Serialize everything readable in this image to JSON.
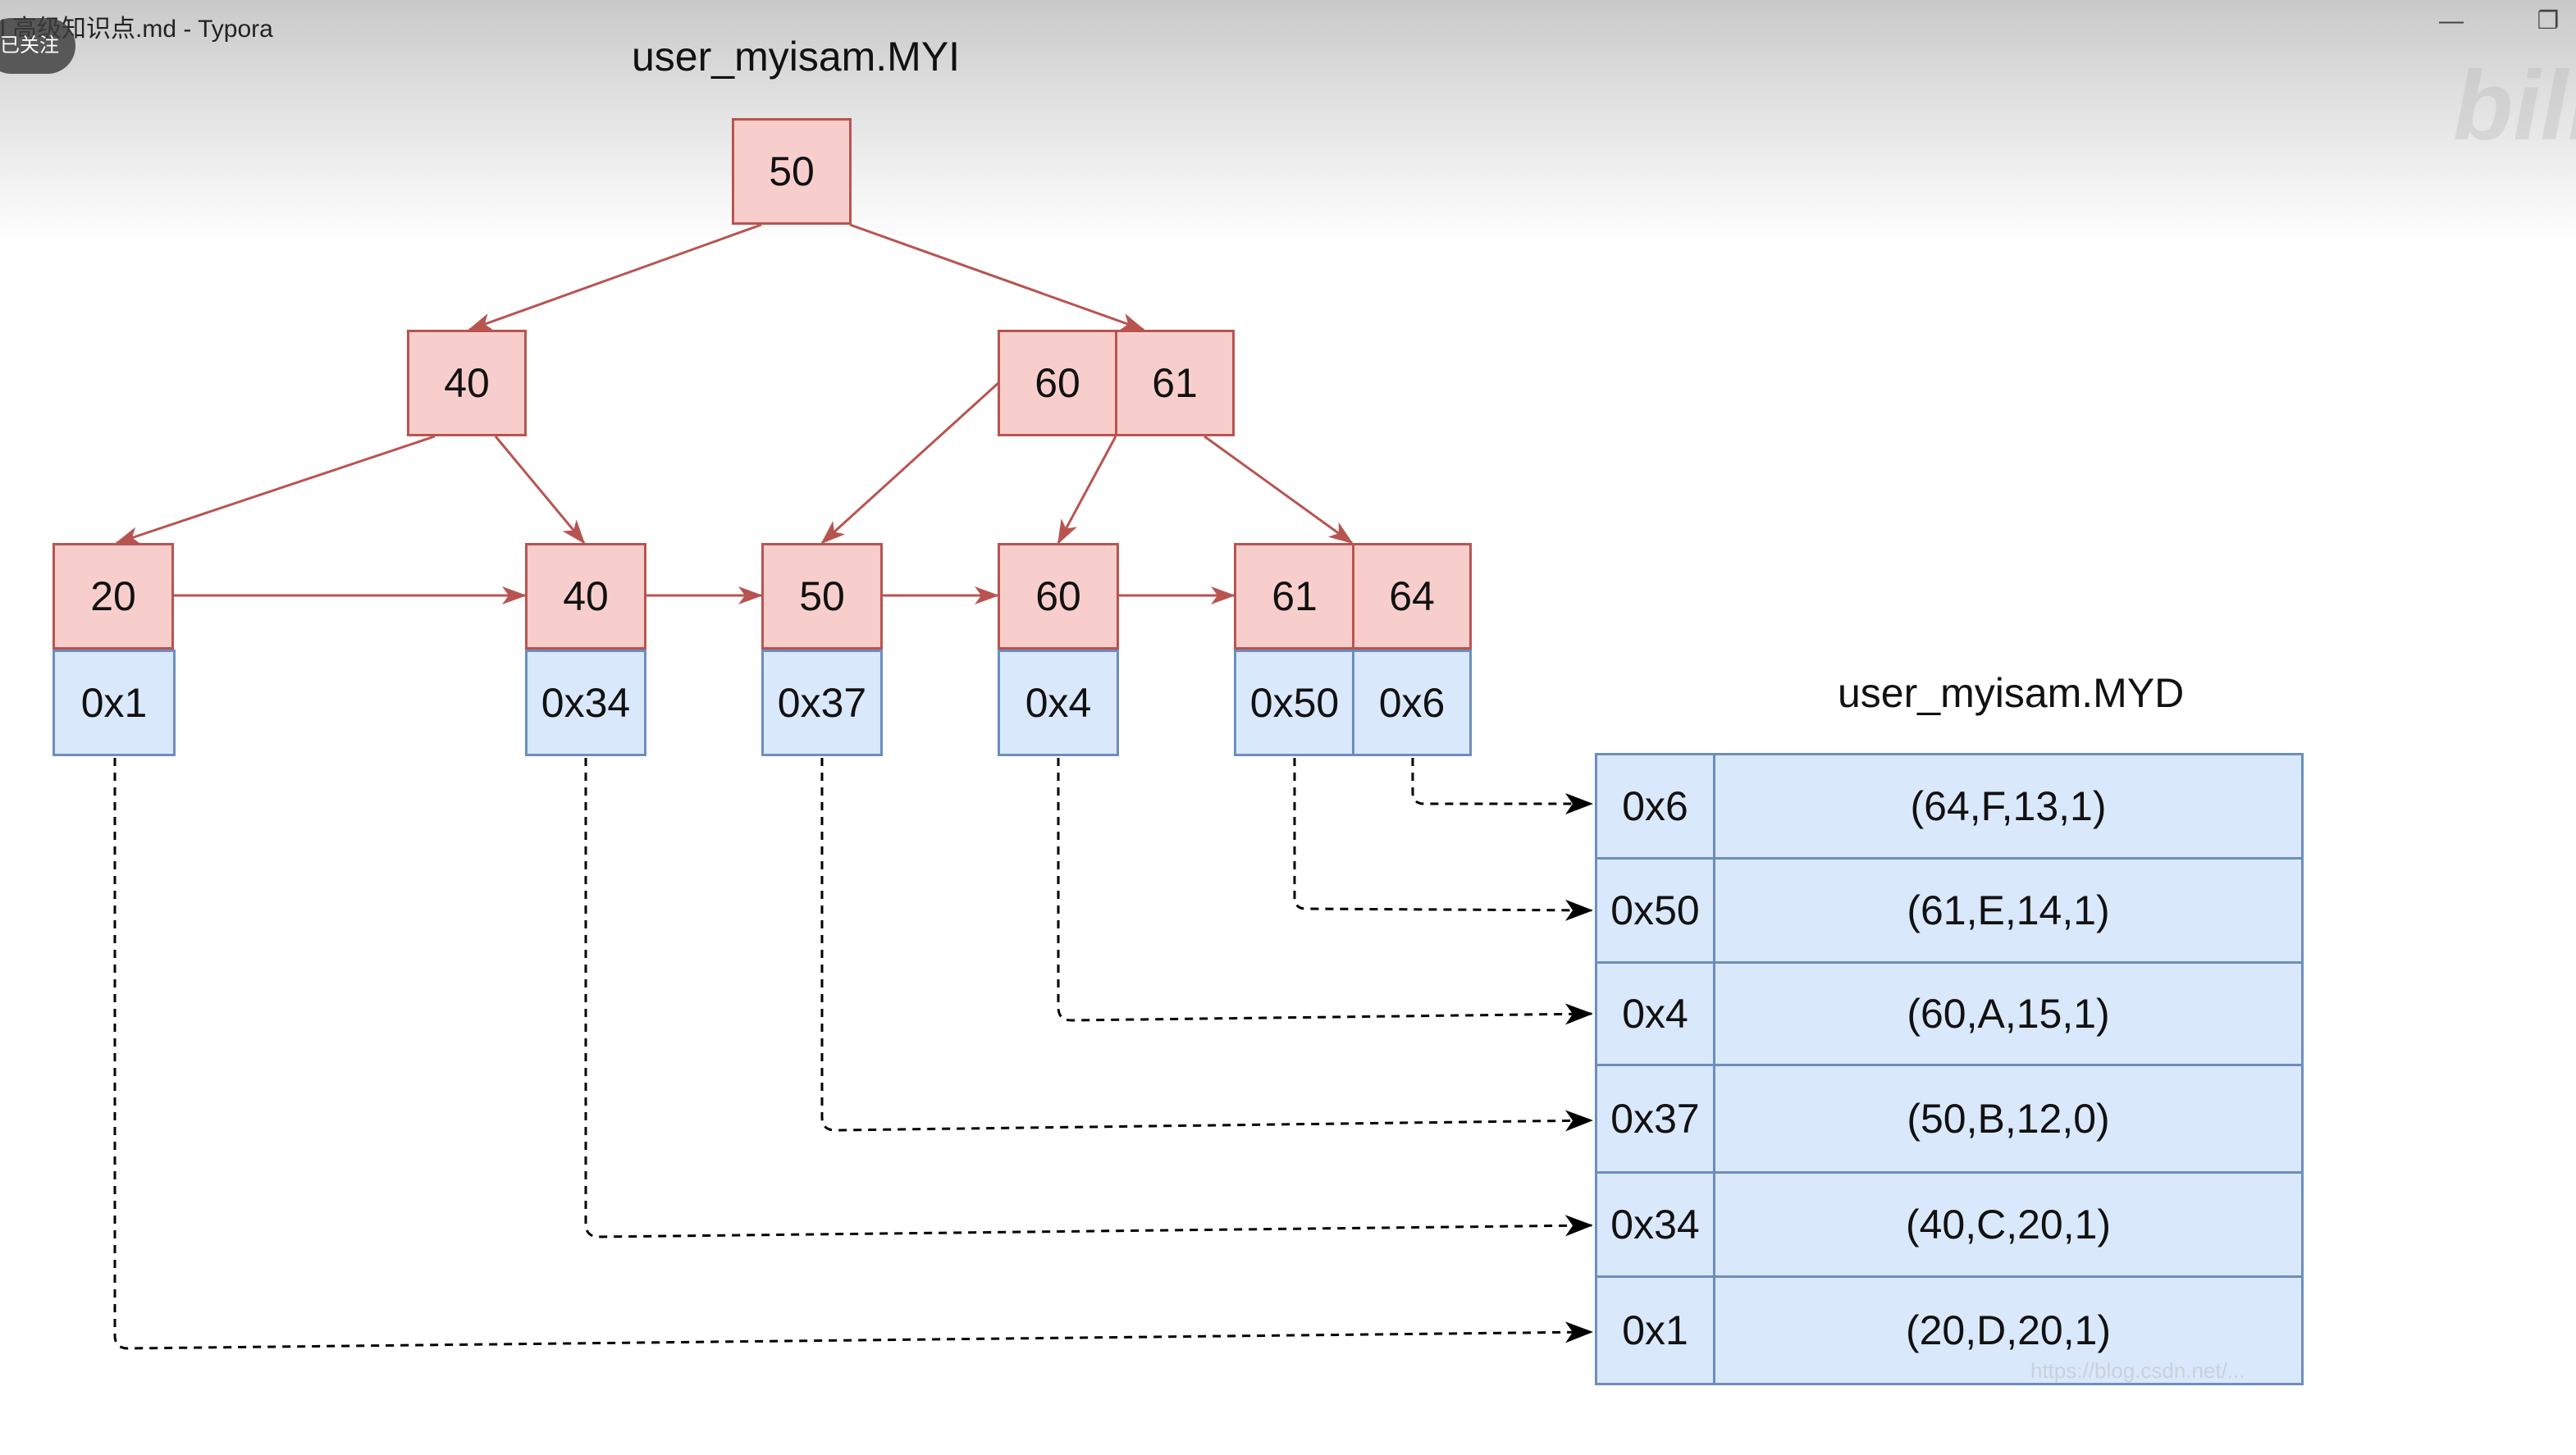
{
  "window": {
    "title": "l 高级知识点.md - Typora",
    "follow_badge": "已关注",
    "minimize": "—",
    "restore": "❐"
  },
  "watermarks": {
    "logo": "bili",
    "url": "https://blog.csdn.net/..."
  },
  "myi": {
    "title": "user_myisam.MYI",
    "root": [
      "50"
    ],
    "internal": [
      [
        "40"
      ],
      [
        "60",
        "61"
      ]
    ],
    "leaves": [
      {
        "keys": [
          "20"
        ],
        "ptrs": [
          "0x1"
        ]
      },
      {
        "keys": [
          "40"
        ],
        "ptrs": [
          "0x34"
        ]
      },
      {
        "keys": [
          "50"
        ],
        "ptrs": [
          "0x37"
        ]
      },
      {
        "keys": [
          "60"
        ],
        "ptrs": [
          "0x4"
        ]
      },
      {
        "keys": [
          "61",
          "64"
        ],
        "ptrs": [
          "0x50",
          "0x6"
        ]
      }
    ]
  },
  "myd": {
    "title": "user_myisam.MYD",
    "rows": [
      {
        "addr": "0x6",
        "value": "(64,F,13,1)"
      },
      {
        "addr": "0x50",
        "value": "(61,E,14,1)"
      },
      {
        "addr": "0x4",
        "value": "(60,A,15,1)"
      },
      {
        "addr": "0x37",
        "value": "(50,B,12,0)"
      },
      {
        "addr": "0x34",
        "value": "(40,C,20,1)"
      },
      {
        "addr": "0x1",
        "value": "(20,D,20,1)"
      }
    ]
  },
  "colors": {
    "key_fill": "#f8cecc",
    "key_stroke": "#b85450",
    "ptr_fill": "#dae8fc",
    "ptr_stroke": "#6c8ebf"
  }
}
